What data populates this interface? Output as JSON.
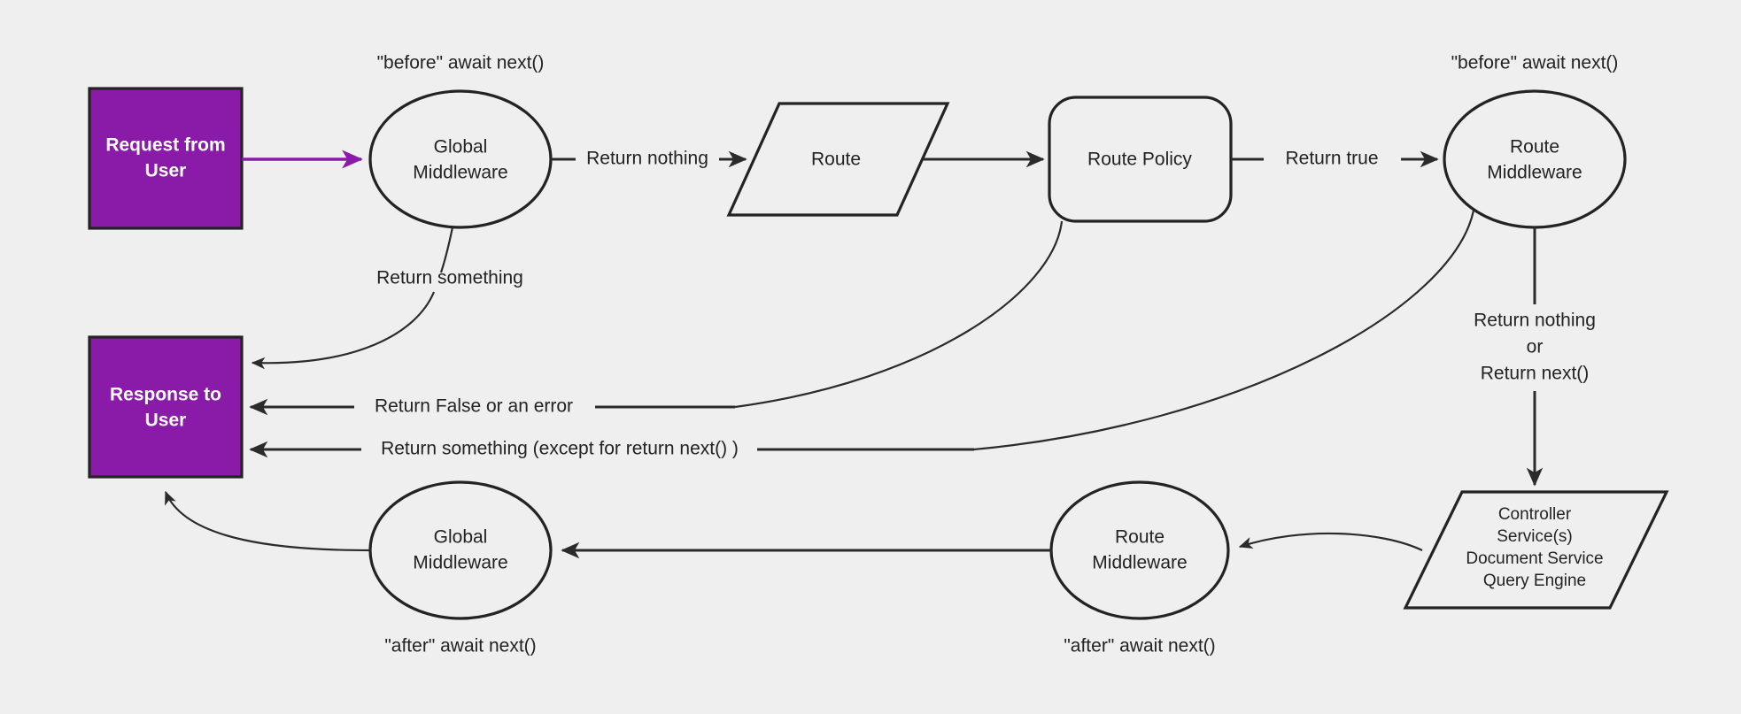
{
  "diagram": {
    "title": "Request / Response middleware lifecycle flow",
    "background_color": "#efefef",
    "accent_color": "#8a1aa8",
    "line_color": "#2b2b2b",
    "text_color": "#232323",
    "nodes": {
      "request_from_user": {
        "line1": "Request from",
        "line2": "User",
        "shape": "rectangle"
      },
      "global_middleware_before": {
        "line1": "Global",
        "line2": "Middleware",
        "shape": "ellipse"
      },
      "route": {
        "line1": "Route",
        "shape": "parallelogram"
      },
      "route_policy": {
        "line1": "Route Policy",
        "shape": "rounded-rectangle"
      },
      "route_middleware_before": {
        "line1": "Route",
        "line2": "Middleware",
        "shape": "ellipse"
      },
      "response_to_user": {
        "line1": "Response to",
        "line2": "User",
        "shape": "rectangle"
      },
      "controller_stack": {
        "line1": "Controller",
        "line2": "Service(s)",
        "line3": "Document Service",
        "line4": "Query Engine",
        "shape": "parallelogram"
      },
      "route_middleware_after": {
        "line1": "Route",
        "line2": "Middleware",
        "shape": "ellipse"
      },
      "global_middleware_after": {
        "line1": "Global",
        "line2": "Middleware",
        "shape": "ellipse"
      }
    },
    "annotations": {
      "before_await_next_left": "\"before\" await next()",
      "before_await_next_right": "\"before\" await next()",
      "after_await_next_left": "\"after\" await next()",
      "after_await_next_right": "\"after\" await next()"
    },
    "edge_labels": {
      "return_nothing": "Return nothing",
      "return_true": "Return true",
      "return_something": "Return something",
      "return_false_or_error": "Return False or an error",
      "return_something_except": "Return something (except for return next() )",
      "return_nothing_or_next_line1": "Return nothing",
      "return_nothing_or_next_line2": "or",
      "return_nothing_or_next_line3": "Return next()"
    }
  }
}
